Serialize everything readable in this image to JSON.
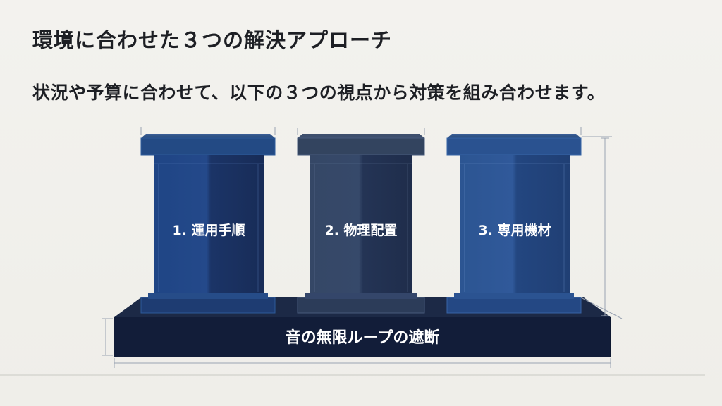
{
  "slide": {
    "title": "環境に合わせた３つの解決アプローチ",
    "subtitle": "状況や予算に合わせて、以下の３つの視点から対策を組み合わせます。"
  },
  "diagram": {
    "pillars": [
      {
        "label": "1. 運用手順",
        "color": "#20447f"
      },
      {
        "label": "2. 物理配置",
        "color": "#2b3b5c"
      },
      {
        "label": "3. 専用機材",
        "color": "#2a4f86"
      }
    ],
    "base": {
      "label": "音の無限ループの遮断",
      "color": "#121d39"
    }
  }
}
